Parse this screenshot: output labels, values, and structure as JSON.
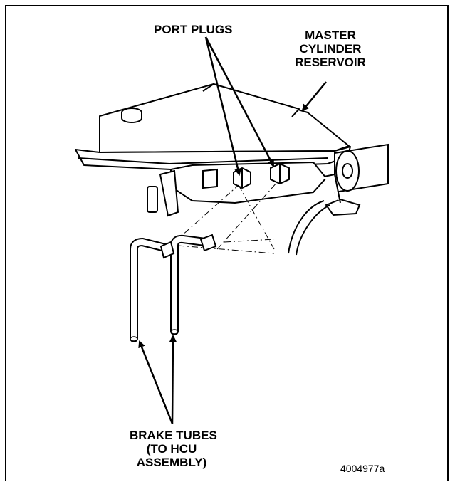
{
  "labels": {
    "port_plugs": "PORT PLUGS",
    "reservoir": [
      "MASTER",
      "CYLINDER",
      "RESERVOIR"
    ],
    "brake_tubes": [
      "BRAKE TUBES",
      "(TO HCU",
      "ASSEMBLY)"
    ]
  },
  "figure_number": "4004977a",
  "colors": {
    "line": "#000000",
    "fill": "#ffffff"
  }
}
